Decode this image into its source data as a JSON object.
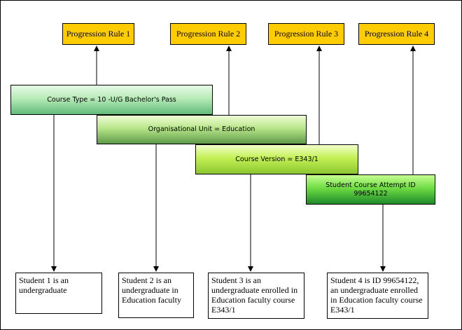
{
  "rules": [
    {
      "label": "Progression Rule 1"
    },
    {
      "label": "Progression Rule 2"
    },
    {
      "label": "Progression Rule 3"
    },
    {
      "label": "Progression Rule 4"
    }
  ],
  "levels": [
    {
      "label": "Course Type = 10 -U/G Bachelor's Pass"
    },
    {
      "label": "Organisational Unit = Education"
    },
    {
      "label": "Course Version = E343/1"
    },
    {
      "label": "Student Course Attempt ID 99654122"
    }
  ],
  "students": [
    {
      "text": "Student 1 is an undergraduate"
    },
    {
      "text": "Student 2 is an undergraduate in Education faculty"
    },
    {
      "text": "Student 3 is an undergraduate enrolled in Education faculty course E343/1"
    },
    {
      "text": "Student 4 is ID 99654122, an undergraduate enrolled in Education faculty course E343/1"
    }
  ],
  "colors": {
    "rule_fill": "#ffcc00",
    "level_1": "#b8eab8",
    "level_2": "#b8e68a",
    "level_3": "#c3f054",
    "level_4": "#6fdc44"
  }
}
